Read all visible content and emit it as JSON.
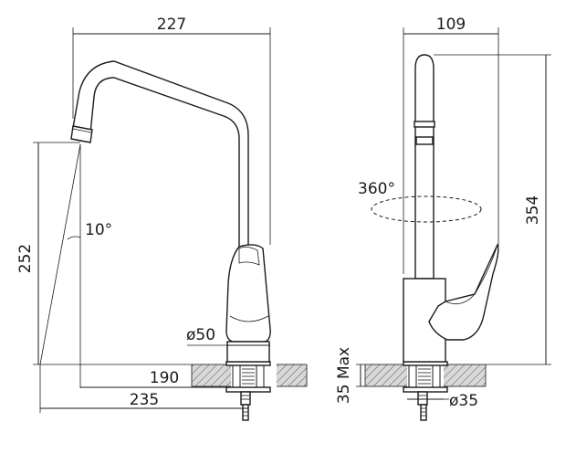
{
  "labels": {
    "front_width": "227",
    "side_width": "109",
    "height_total": "354",
    "spout_height": "252",
    "angle": "10°",
    "rotation": "360°",
    "base_diameter": "ø50",
    "reach_190": "190",
    "reach_235": "235",
    "max_thickness": "35 Max",
    "hole_diameter": "ø35"
  }
}
